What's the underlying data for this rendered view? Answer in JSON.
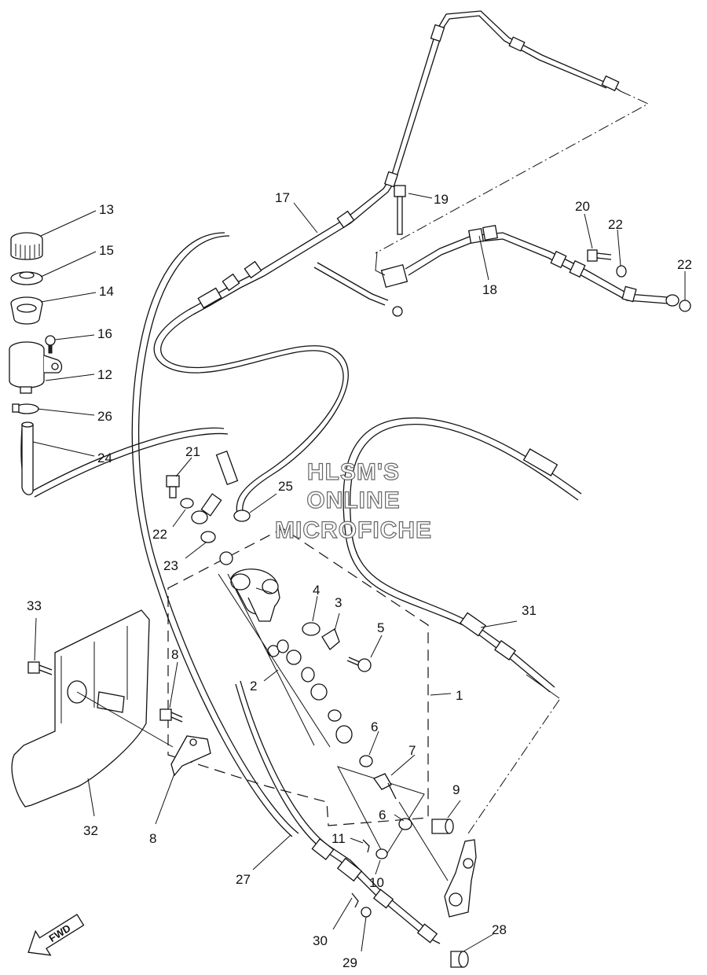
{
  "watermark": {
    "line1": "HLSM'S",
    "line2": "ONLINE",
    "line3": "MICROFICHE"
  },
  "fwd_label": "FWD",
  "callouts": [
    "1",
    "2",
    "3",
    "4",
    "5",
    "6",
    "6",
    "7",
    "8",
    "9",
    "10",
    "11",
    "12",
    "13",
    "14",
    "15",
    "16",
    "17",
    "18",
    "19",
    "20",
    "21",
    "21",
    "22",
    "22",
    "22",
    "23",
    "24",
    "25",
    "26",
    "27",
    "28",
    "29",
    "30",
    "31",
    "32",
    "33"
  ]
}
